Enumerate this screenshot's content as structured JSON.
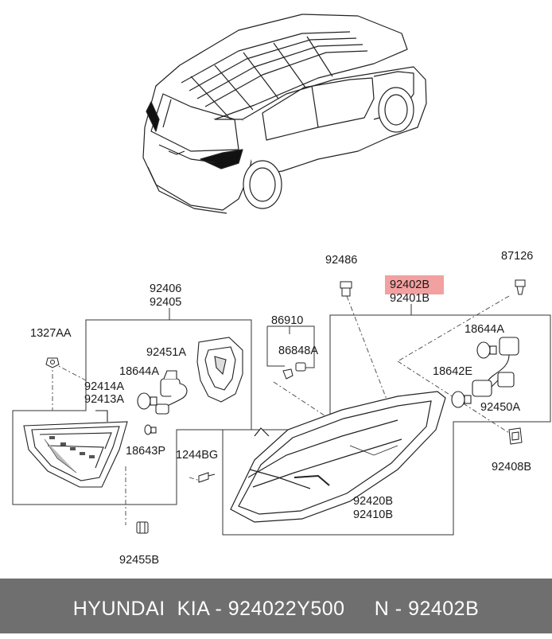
{
  "parts": {
    "p92486": "92486",
    "p87126": "87126",
    "p92402B": "92402B",
    "p92401B": "92401B",
    "p92406": "92406",
    "p92405": "92405",
    "p1327AA": "1327AA",
    "p86910": "86910",
    "p86848A": "86848A",
    "p18644A_right": "18644A",
    "p92451A": "92451A",
    "p18644A_left": "18644A",
    "p18642E": "18642E",
    "p92414A": "92414A",
    "p92413A": "92413A",
    "p92450A": "92450A",
    "p18643P": "18643P",
    "p1244BG": "1244BG",
    "p92408B": "92408B",
    "p92420B": "92420B",
    "p92410B": "92410B",
    "p92455B": "92455B"
  },
  "highlight_color": "#f3a0a0",
  "footer": {
    "text": "HYUNDAI  KIA - 924022Y500     N - 92402B"
  }
}
